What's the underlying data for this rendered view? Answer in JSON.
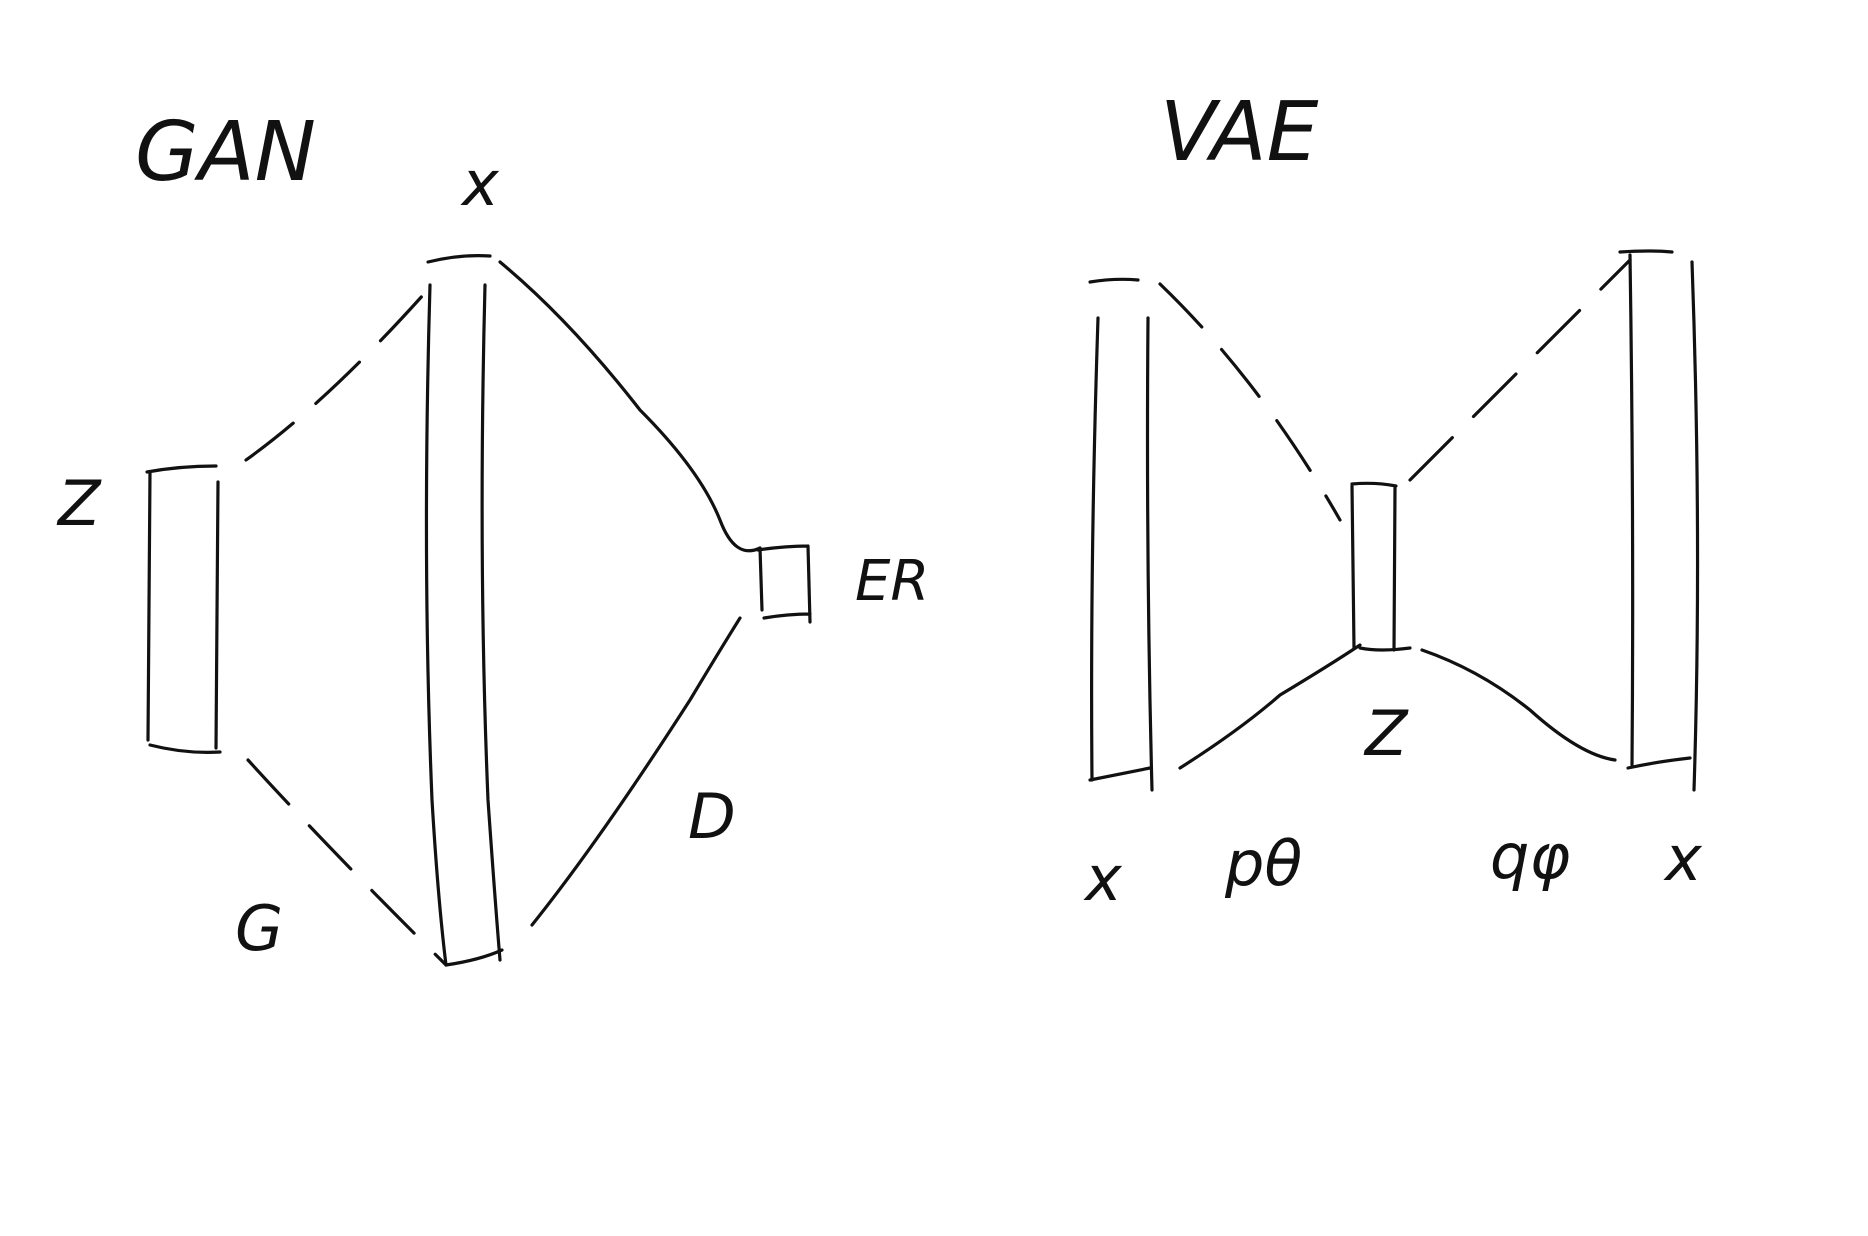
{
  "gan": {
    "title": "GAN",
    "z_label": "Z",
    "x_label": "x",
    "g_label": "G",
    "d_label": "D",
    "output_label": "ER"
  },
  "vae": {
    "title": "VAE",
    "x_in_label": "x",
    "z_label": "Z",
    "x_out_label": "x",
    "decoder_label": "pθ",
    "encoder_label": "qφ"
  },
  "colors": {
    "ink": "#111111",
    "background": "#ffffff"
  }
}
